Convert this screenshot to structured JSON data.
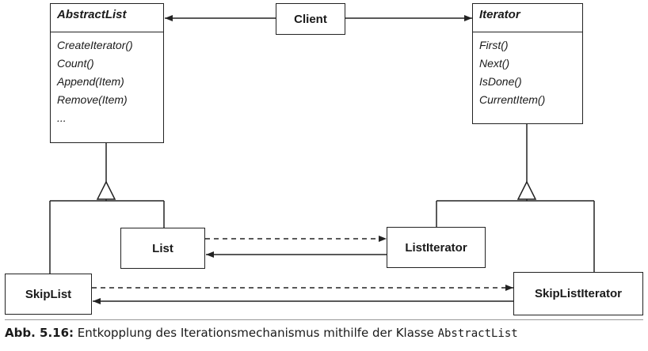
{
  "classes": {
    "abstract_list": {
      "name": "AbstractList",
      "operations": [
        "CreateIterator()",
        "Count()",
        "Append(Item)",
        "Remove(Item)",
        "..."
      ]
    },
    "iterator": {
      "name": "Iterator",
      "operations": [
        "First()",
        "Next()",
        "IsDone()",
        "CurrentItem()"
      ]
    },
    "client": {
      "name": "Client"
    },
    "list": {
      "name": "List"
    },
    "list_iterator": {
      "name": "ListIterator"
    },
    "skip_list": {
      "name": "SkipList"
    },
    "skip_list_iterator": {
      "name": "SkipListIterator"
    }
  },
  "caption": {
    "label": "Abb. 5.16:",
    "text": "Entkopplung des Iterationsmechanismus mithilfe der Klasse",
    "code": "AbstractList"
  }
}
